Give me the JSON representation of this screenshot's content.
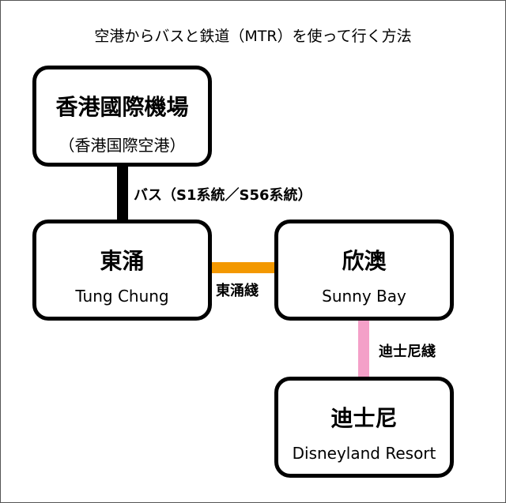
{
  "title": "空港からバスと鉄道（MTR）を使って行く方法",
  "stations": {
    "airport": {
      "name": "香港國際機場",
      "sub": "（香港国際空港）"
    },
    "tung_chung": {
      "name": "東涌",
      "sub": "Tung Chung"
    },
    "sunny_bay": {
      "name": "欣澳",
      "sub": "Sunny Bay"
    },
    "disneyland": {
      "name": "迪士尼",
      "sub": "Disneyland Resort"
    }
  },
  "links": {
    "bus": {
      "label": "バス（S1系統／S56系統）",
      "color": "#000000"
    },
    "tung_chung_line": {
      "label": "東涌綫",
      "color": "#f39800"
    },
    "disneyland_line": {
      "label": "迪士尼綫",
      "color": "#f4a0c8"
    }
  }
}
